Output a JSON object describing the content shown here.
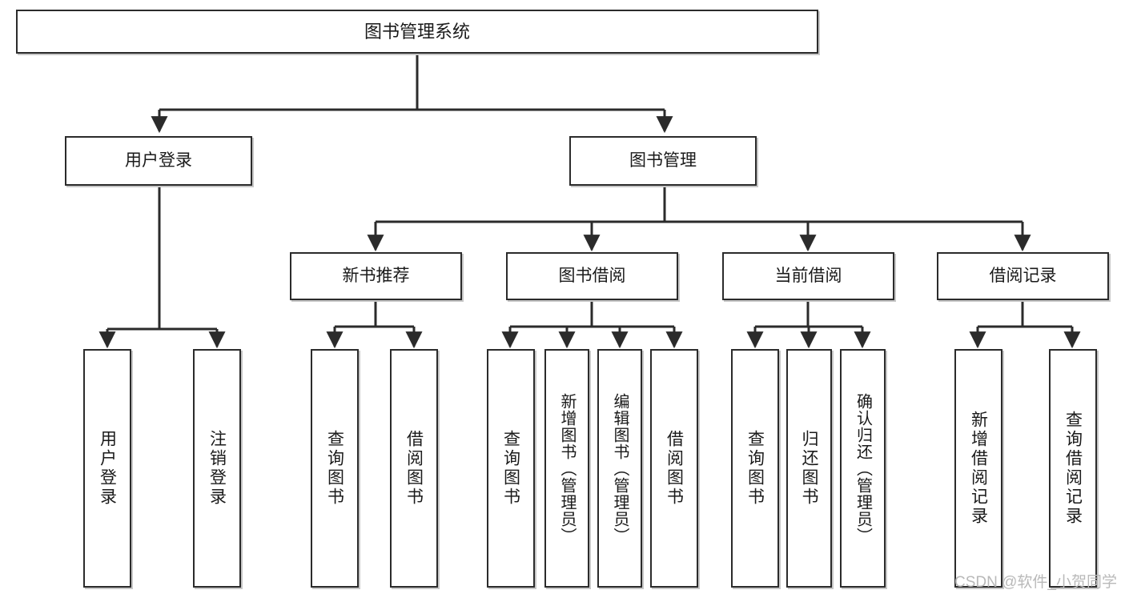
{
  "diagram": {
    "type": "tree",
    "title": "图书管理系统",
    "watermark": "CSDN @软件_小贺同学",
    "colors": {
      "border": "#2b2b2b",
      "background": "#ffffff",
      "text": "#1a1a1a",
      "watermark": "#b9b9b9"
    },
    "levels": {
      "root": {
        "label": "图书管理系统"
      },
      "level2": [
        {
          "label": "用户登录"
        },
        {
          "label": "图书管理"
        }
      ],
      "level3": [
        {
          "label": "新书推荐"
        },
        {
          "label": "图书借阅"
        },
        {
          "label": "当前借阅"
        },
        {
          "label": "借阅记录"
        }
      ],
      "leaves_user_login": [
        {
          "label": "用户登录"
        },
        {
          "label": "注销登录"
        }
      ],
      "leaves_new_book": [
        {
          "label": "查询图书"
        },
        {
          "label": "借阅图书"
        }
      ],
      "leaves_borrow": [
        {
          "label": "查询图书"
        },
        {
          "label": "新增图书（管理员）"
        },
        {
          "label": "编辑图书（管理员）"
        },
        {
          "label": "借阅图书"
        }
      ],
      "leaves_current": [
        {
          "label": "查询图书"
        },
        {
          "label": "归还图书"
        },
        {
          "label": "确认归还（管理员）"
        }
      ],
      "leaves_records": [
        {
          "label": "新增借阅记录"
        },
        {
          "label": "查询借阅记录"
        }
      ]
    }
  }
}
